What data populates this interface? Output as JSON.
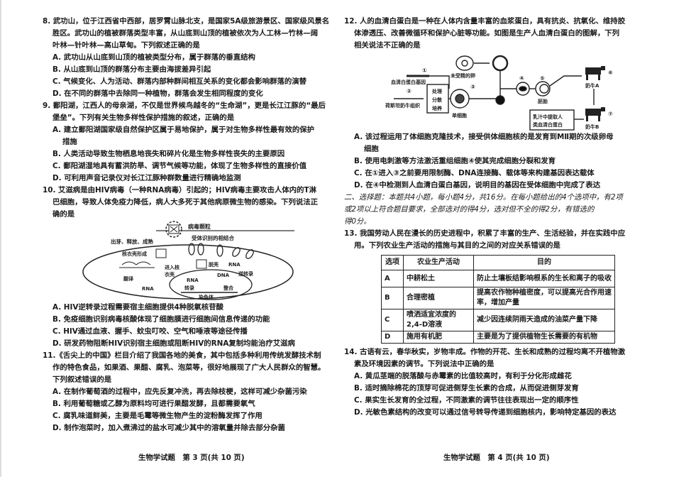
{
  "left": {
    "q8": {
      "stem": [
        "8. 武功山，位于江西省中西部，居罗霄山脉北支，是国家5A级旅游景区、国家级风景名",
        "胜区。武功山的植被群落类型丰富，从山底到山顶的植被依次为人工林—竹林—阔",
        "叶林—针叶林—高山草甸。下列叙述正确的是"
      ],
      "options": [
        "A. 武功山从山底到山顶的植被类型分布，属于群落的垂直结构",
        "B. 从山底到山顶的群落分布主要由海拔差异引起",
        "C. 气候变化、人为活动、群落内部种群间相互关系的变化都会影响群落的演替",
        "D. 在不同的群落中去除同一种植物，群落会发生相同程度的变化"
      ]
    },
    "q9": {
      "stem": [
        "9. 鄱阳湖，江西人的母亲湖，不仅是世界候鸟越冬的“生命湖”，更是长江江豚的“最后",
        "堡垒”。下列有关生物多样性保护措施的叙述，正确的是"
      ],
      "options": [
        "A. 建立鄱阳湖国家级自然保护区属于易地保护，属于对生物多样性最有效的保护",
        "措施",
        "B. 人类活动导致生物栖息地丧失和碎片化是生物多样性丧失的主要原因",
        "C. 鄱阳湖湿地具有蓄洪防旱、调节气候等功能，体现了生物多样性的直接价值",
        "D. 可利用声音记录仪对长江江豚种群数量进行精确地监测"
      ]
    },
    "q10": {
      "stem": [
        "10. 艾滋病是由HIV病毒（一种RNA病毒）引起的；HIV病毒主要攻击人体内的T淋",
        "巴细胞，导致人体免疫力降低，病人大多死于其他病原微生物的感染。下列说法正",
        "确的是"
      ],
      "diagram": {
        "virion": "病毒颗粒",
        "budding": "出芽、释放、成熟",
        "receptor": "受体识别的相结合",
        "capsid": "核衣壳形成",
        "uncoat": "脱壳",
        "rna1": "RNA",
        "rt": "逆转录",
        "dna": "DNA",
        "enter": "进入核",
        "coat": "衣壳",
        "translate": "翻译",
        "rna2": "RNA",
        "rna3": "RNA",
        "transcribe": "转录",
        "integrate": "整合",
        "chromosome": "染色体"
      },
      "options": [
        "A. HIV逆转录过程需要宿主细胞提供4种脱氧核苷酸",
        "B. 免疫细胞识别病毒核酸体现了细胞膜进行细胞间信息传递的功能",
        "C. HIV通过血液、握手、蚊虫叮咬、空气和唾液等途径传播",
        "D. 研发药物阻断HIV识别宿主细胞或阻断HIV的RNA复制均能治疗艾滋病"
      ]
    },
    "q11": {
      "stem": [
        "11.《舌尖上的中国》栏目介绍了我国各地的美食，其中包括多种利用传统发酵技术制",
        "作的特色食品，如果酒、果醋、腐乳、泡菜等，很好地展现了广大人民群众的智慧。",
        "下列叙述错误的是"
      ],
      "options": [
        "A. 在制作葡萄酒的过程中，应先反复冲洗，再去除枝梗，这样可减少杂菌污染",
        "B. 利用葡萄糖或乙醇为原料均可进行果醋发酵，且都需要氧气",
        "C. 腐乳味道鲜美，主要是毛霉等微生物产生的淀粉酶发挥了作用",
        "D. 制作泡菜时，加入煮沸过的盐水可减少其中的溶氧量并除去部分杂菌"
      ]
    },
    "footer": "生物学试题　第 3 页(共 10 页)"
  },
  "right": {
    "q12": {
      "stem": [
        "12. 人的血清白蛋白是一种在人体内含量丰富的血浆蛋白，具有抗炎、抗氧化、维持胶",
        "体渗透压、改善微循环和保护心脏等功能。如图是生产人血清白蛋白的图解，下列",
        "相关说法不正确的是"
      ],
      "diagram": {
        "n1": "①",
        "gene": "血清白蛋白基因",
        "n2": "②",
        "tissue": "荷斯坦奶牛组织",
        "process": [
          "处理",
          "分散",
          "培养"
        ],
        "n3": "③",
        "single": "单细胞",
        "egg": "未受精的卵",
        "n4": "④",
        "n5": "⑤",
        "embryo": "胚胎",
        "n6": "⑥",
        "cowA": "奶牛A",
        "n7": "⑦",
        "cowB": "奶牛B",
        "milk": [
          "乳汁中提取人",
          "类血清白蛋白"
        ]
      },
      "options": [
        "A. 该过程运用了体细胞克隆技术，接受供体细胞核的是发育到MⅡ期的次级卵母",
        "细胞",
        "B. 使用电刺激等方法激活重组细胞④使其完成细胞分裂和发育",
        "C. 在①进入③之前要用限制酶、DNA连接酶、载体等来构建基因表达载体",
        "D. 在④中检测到人血清白蛋白基因，说明目的基因在受体细胞中完成了表达"
      ]
    },
    "section2": [
      "二、选择题：本题共4小题，每小题4分，共16分。在每小题给出的4个选项中，有2项",
      "或2项以上符合题目要求，全部选对的得4分，选对但不全的得2分，有错选的",
      "得0分。"
    ],
    "q13": {
      "stem": [
        "13. 我国劳动人民在漫长的历史进程中，积累了丰富的生产、生活经验，并在实践中应",
        "用。下列农业生产活动的措施与其目的之间的对应关系错误的是"
      ],
      "table": {
        "headers": [
          "选项",
          "农业生产活动",
          "目的"
        ],
        "rows": [
          [
            "A",
            "中耕松土",
            "防止土壤板结影响根系的生长和离子的吸收"
          ],
          [
            "B",
            "合理密植",
            "提高农作物种植密度，可以提高光合作用速率，增加产量"
          ],
          [
            "C",
            "喷洒适宜浓度的2,4-D溶液",
            "减少因连续阴雨天造成的油菜产量下降"
          ],
          [
            "D",
            "施用有机肥",
            "主要是为了提供植物生长需要的有机物"
          ]
        ]
      }
    },
    "q14": {
      "stem": [
        "14. 古语有云，春华秋实，岁物丰成。作物的开花、生长和成熟的过程均离不开植物激",
        "素及环境因素的调节。下列说法中正确的是"
      ],
      "options": [
        "A. 黄瓜茎端的脱落酸与赤霉素的比值较高时，有利于分化形成雌花",
        "B. 适时摘除棉花的顶芽可促进侧芽生长素的合成，从而促进侧芽发育",
        "C. 果实生长发育的全过程，不同激素的调节往往表现出一定的顺序性",
        "D. 光敏色素结构的改变可以通过信号转导传递到细胞核内，影响特定基因的表达"
      ]
    },
    "footer": "生物学试题　第 4 页(共 10 页)"
  }
}
